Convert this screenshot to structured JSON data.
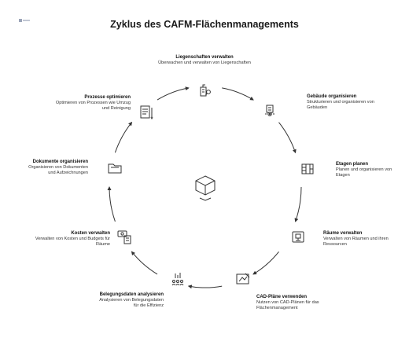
{
  "title": "Zyklus des CAFM-Flächenmanagements",
  "nodes": [
    {
      "title": "Liegenschaften verwalten",
      "desc": "Überwachen und verwalten von Liegenschaften",
      "icon": "building-key-icon"
    },
    {
      "title": "Gebäude organisieren",
      "desc": "Strukturieren und organisieren von Gebäuden",
      "icon": "building-gear-icon"
    },
    {
      "title": "Etagen planen",
      "desc": "Planen und organisieren von Etagen",
      "icon": "floor-plan-icon"
    },
    {
      "title": "Räume verwalten",
      "desc": "Verwalten von Räumen und ihren Ressourcen",
      "icon": "room-monitor-icon"
    },
    {
      "title": "CAD-Pläne verwenden",
      "desc": "Nutzen von CAD-Plänen für das Flächenmanagement",
      "icon": "cad-drawing-icon"
    },
    {
      "title": "Belegungsdaten analysieren",
      "desc": "Analysieren von Belegungsdaten für die Effizienz",
      "icon": "people-chart-icon"
    },
    {
      "title": "Kosten verwalten",
      "desc": "Verwalten von Kosten und Budgets für Räume",
      "icon": "money-calculator-icon"
    },
    {
      "title": "Dokumente organisieren",
      "desc": "Organisieren von Dokumenten und Aufzeichnungen",
      "icon": "folder-icon"
    },
    {
      "title": "Prozesse optimieren",
      "desc": "Optimieren von Prozessen wie Umzug und Reinigung",
      "icon": "checklist-pen-icon"
    }
  ],
  "center_icon": "cube-icon",
  "colors": {
    "stroke": "#333333",
    "text": "#222222"
  }
}
